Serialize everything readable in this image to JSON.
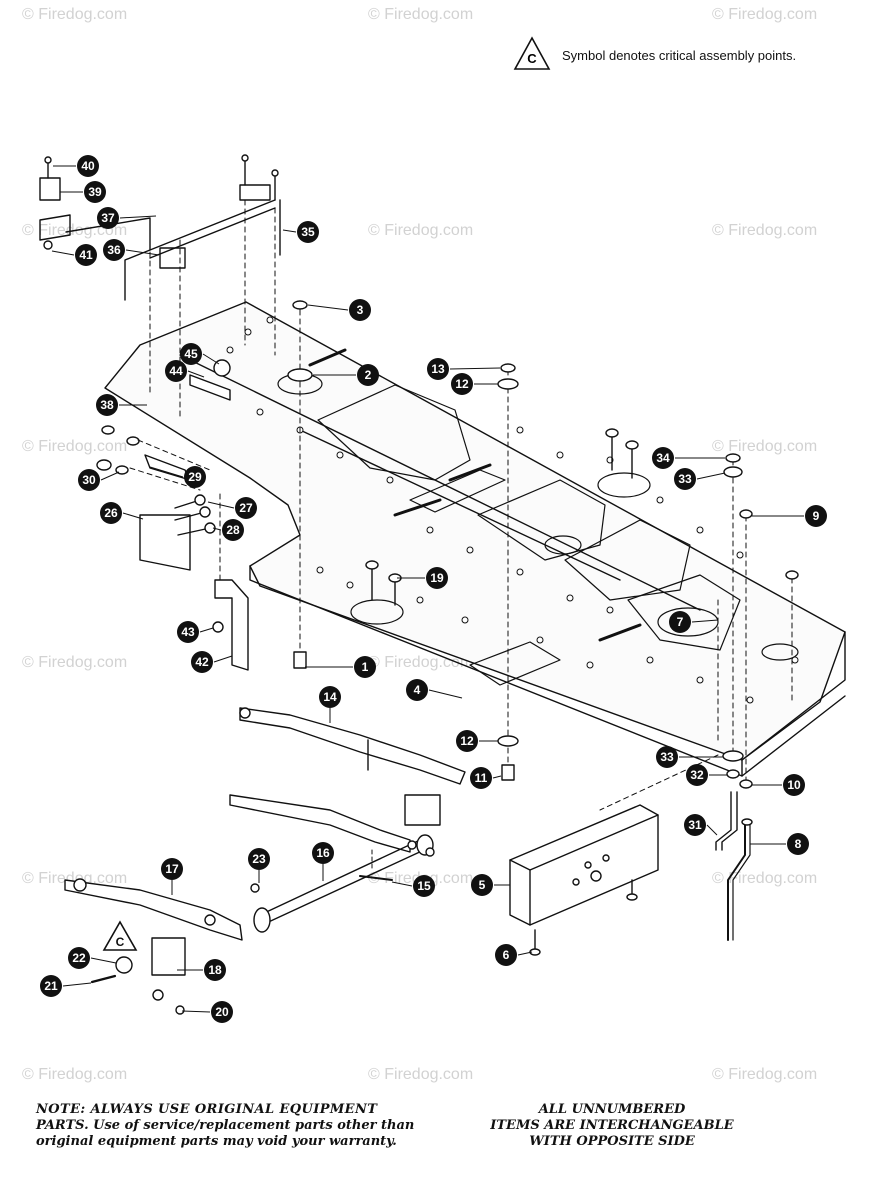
{
  "legend": {
    "symbol": "C",
    "text": "Symbol denotes critical assembly points."
  },
  "watermark": "© Firedog.com",
  "callouts": [
    {
      "id": "1",
      "label": "1"
    },
    {
      "id": "2",
      "label": "2"
    },
    {
      "id": "3",
      "label": "3"
    },
    {
      "id": "4",
      "label": "4"
    },
    {
      "id": "5",
      "label": "5"
    },
    {
      "id": "6",
      "label": "6"
    },
    {
      "id": "7",
      "label": "7"
    },
    {
      "id": "8",
      "label": "8"
    },
    {
      "id": "9",
      "label": "9"
    },
    {
      "id": "10",
      "label": "10"
    },
    {
      "id": "11",
      "label": "11"
    },
    {
      "id": "12a",
      "label": "12"
    },
    {
      "id": "12b",
      "label": "12"
    },
    {
      "id": "13",
      "label": "13"
    },
    {
      "id": "14",
      "label": "14"
    },
    {
      "id": "15",
      "label": "15"
    },
    {
      "id": "16",
      "label": "16"
    },
    {
      "id": "17",
      "label": "17"
    },
    {
      "id": "18",
      "label": "18"
    },
    {
      "id": "19",
      "label": "19"
    },
    {
      "id": "20",
      "label": "20"
    },
    {
      "id": "21",
      "label": "21"
    },
    {
      "id": "22",
      "label": "22"
    },
    {
      "id": "23",
      "label": "23"
    },
    {
      "id": "26",
      "label": "26"
    },
    {
      "id": "27",
      "label": "27"
    },
    {
      "id": "28",
      "label": "28"
    },
    {
      "id": "29",
      "label": "29"
    },
    {
      "id": "30",
      "label": "30"
    },
    {
      "id": "31",
      "label": "31"
    },
    {
      "id": "32",
      "label": "32"
    },
    {
      "id": "33a",
      "label": "33"
    },
    {
      "id": "33b",
      "label": "33"
    },
    {
      "id": "34",
      "label": "34"
    },
    {
      "id": "35",
      "label": "35"
    },
    {
      "id": "36",
      "label": "36"
    },
    {
      "id": "37",
      "label": "37"
    },
    {
      "id": "38",
      "label": "38"
    },
    {
      "id": "39",
      "label": "39"
    },
    {
      "id": "40",
      "label": "40"
    },
    {
      "id": "41",
      "label": "41"
    },
    {
      "id": "42",
      "label": "42"
    },
    {
      "id": "43",
      "label": "43"
    },
    {
      "id": "44",
      "label": "44"
    },
    {
      "id": "45",
      "label": "45"
    }
  ],
  "critical_marks": [
    {
      "label": "C"
    }
  ],
  "note": {
    "lead": "NOTE: ALWAYS USE ORIGINAL EQUIPMENT",
    "body": "PARTS. Use of service/replacement parts other than original equipment parts may void your warranty."
  },
  "side_note": {
    "line1": "ALL UNNUMBERED",
    "line2": "ITEMS ARE INTERCHANGEABLE",
    "line3": "WITH OPPOSITE SIDE"
  }
}
